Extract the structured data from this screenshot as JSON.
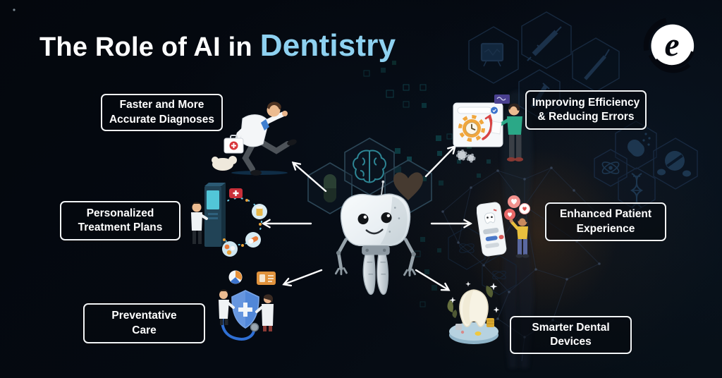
{
  "meta": {
    "background_color": "#05080f",
    "accent_color": "#8ed1f0",
    "box_border_color": "#ffffff",
    "arrow_color": "#ffffff"
  },
  "title": {
    "prefix": "The Role of AI in",
    "accent": "Dentistry"
  },
  "logo": {
    "name": "e-swirl-logo",
    "letter": "e"
  },
  "center": {
    "subject": "ai-tooth-robot",
    "backdrop_icons": [
      "pill-icon",
      "brain-icon",
      "heart-icon"
    ]
  },
  "nodes": [
    {
      "id": "faster-diagnoses",
      "label": "Faster and More\nAccurate Diagnoses",
      "side": "left"
    },
    {
      "id": "personalized-plans",
      "label": "Personalized\nTreatment Plans",
      "side": "left"
    },
    {
      "id": "preventative-care",
      "label": "Preventative\nCare",
      "side": "left"
    },
    {
      "id": "improving-efficiency",
      "label": "Improving Efficiency\n& Reducing Errors",
      "side": "right"
    },
    {
      "id": "patient-experience",
      "label": "Enhanced Patient\nExperience",
      "side": "right"
    },
    {
      "id": "smarter-devices",
      "label": "Smarter Dental\nDevices",
      "side": "right"
    }
  ],
  "illustrations": [
    "running-doctor-with-first-aid-kit",
    "treatment-plan-kiosk-with-medicine-cycle",
    "doctors-with-protection-shield-and-stethoscope",
    "person-with-gear-dashboard",
    "dental-chat-app-on-phone",
    "smart-tooth-on-platform"
  ],
  "background_icons": [
    "monitor-icon",
    "syringe-icon",
    "scaler-icon",
    "test-tube-icon",
    "capsule-icon",
    "pills-icon",
    "dna-icon",
    "atom-icon"
  ]
}
